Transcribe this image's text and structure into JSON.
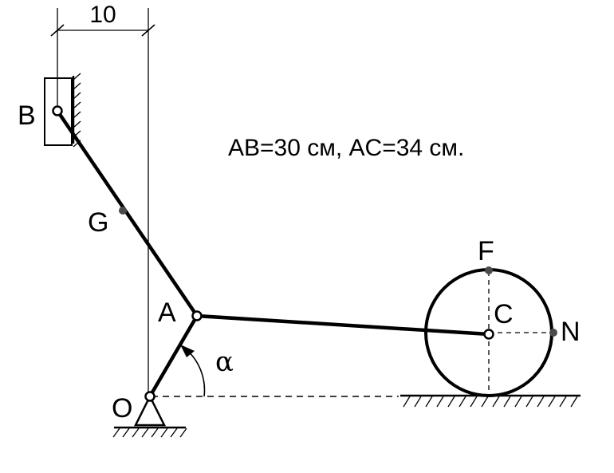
{
  "labels": {
    "B": "B",
    "G": "G",
    "A": "A",
    "O": "O",
    "C": "C",
    "F": "F",
    "N": "N",
    "alpha": "α"
  },
  "dimension": "10",
  "condition": "AB=30 см, AC=34 см."
}
